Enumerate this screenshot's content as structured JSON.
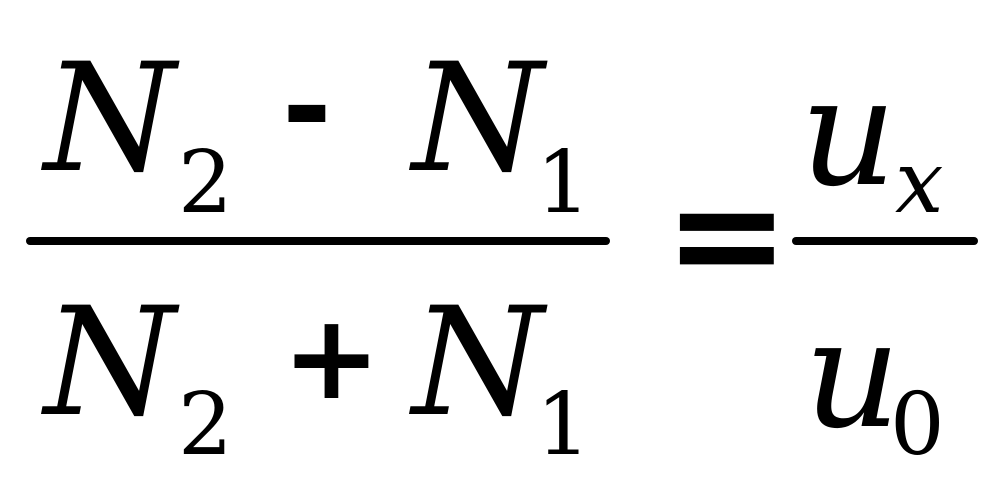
{
  "formula": {
    "left_fraction": {
      "numerator": {
        "term1": {
          "symbol": "N",
          "subscript": "2"
        },
        "operator": "-",
        "term2": {
          "symbol": "N",
          "subscript": "1"
        }
      },
      "denominator": {
        "term1": {
          "symbol": "N",
          "subscript": "2"
        },
        "operator": "+",
        "term2": {
          "symbol": "N",
          "subscript": "1"
        }
      }
    },
    "relation": "=",
    "right_fraction": {
      "numerator": {
        "symbol": "u",
        "subscript": "x"
      },
      "denominator": {
        "symbol": "u",
        "subscript": "0"
      }
    }
  }
}
